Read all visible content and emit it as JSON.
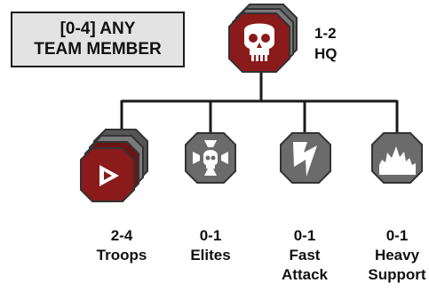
{
  "team_member_box": {
    "line1": "[0-4] ANY",
    "line2": "TEAM MEMBER"
  },
  "hq": {
    "count": "1-2",
    "name": "HQ",
    "icon": "skull-icon",
    "color": "#8b1a1a"
  },
  "slots": [
    {
      "count": "2-4",
      "name": "Troops",
      "name2": "",
      "icon": "troops-arrow-icon",
      "color": "#8b1a1a"
    },
    {
      "count": "0-1",
      "name": "Elites",
      "name2": "",
      "icon": "elites-skull-cross-icon",
      "color": "#6b6b6b"
    },
    {
      "count": "0-1",
      "name": "Fast",
      "name2": "Attack",
      "icon": "fast-attack-lightning-icon",
      "color": "#6b6b6b"
    },
    {
      "count": "0-1",
      "name": "Heavy",
      "name2": "Support",
      "icon": "heavy-support-explosion-icon",
      "color": "#6b6b6b"
    }
  ]
}
